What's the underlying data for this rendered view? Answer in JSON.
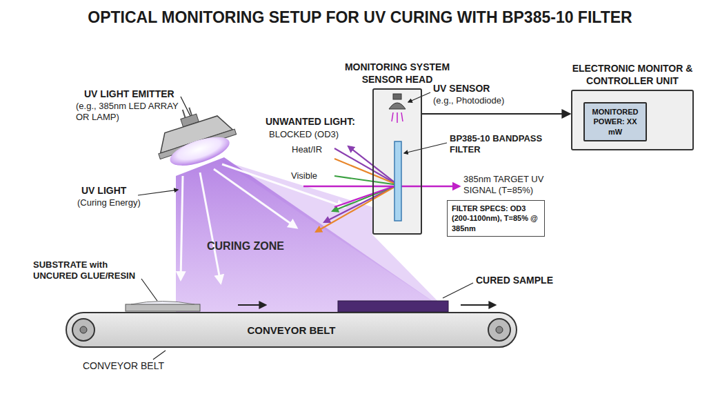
{
  "diagram": {
    "title": "OPTICAL MONITORING SETUP FOR UV CURING WITH BP385-10 FILTER",
    "nodes": [
      {
        "text": [
          "MONITORING SYSTEM SENSOR HEAD"
        ]
      },
      {
        "text": [
          "ELECTRONIC MONITOR & CONTROLLER UNIT"
        ]
      },
      {
        "text": [
          "MONITORED POWER: XX mW"
        ],
        "in": 1
      },
      {
        "text": [
          "FILTER SPECS: OD3 (200-1100nm), T=85% @ 385nm"
        ]
      },
      {
        "text": [
          "CONVEYOR BELT"
        ]
      }
    ],
    "edges": [
      {
        "from": 0,
        "to": 1,
        "arrow": "to"
      }
    ],
    "labels": [
      "UV LIGHT EMITTER",
      "(e.g., 385nm LED ARRAY OR LAMP)",
      "UV LIGHT",
      "(Curing Energy)",
      "CURING ZONE",
      "SUBSTRATE with UNCURED GLUE/RESIN",
      "CURED SAMPLE",
      "CONVEYOR BELT",
      "UNWANTED LIGHT:",
      "BLOCKED (OD3)",
      "Heat/IR",
      "Visible",
      "385nm TARGET UV SIGNAL (T=85%)",
      "UV SENSOR",
      "(e.g., Photodiode)",
      "BP385-10 BANDPASS FILTER"
    ]
  }
}
